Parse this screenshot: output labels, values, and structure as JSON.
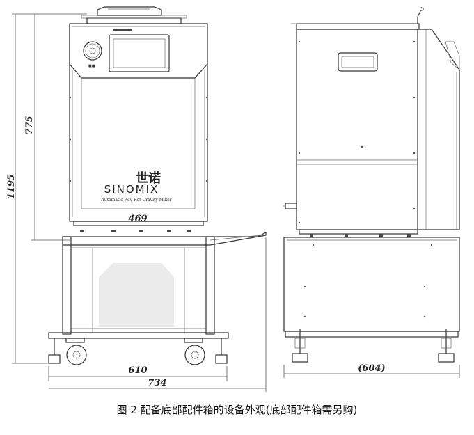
{
  "dimensions": {
    "height_total": "1195",
    "height_body": "775",
    "width_body": "469",
    "width_base": "610",
    "width_overall": "734",
    "depth_base": "(604)"
  },
  "brand": {
    "chinese_name": "世诺",
    "name": "SINOMIX",
    "product": "Automatic Rev-Rot Gravity Mixer"
  },
  "caption": "图 2 配备底部配件箱的设备外观(底部配件箱需另购)",
  "colors": {
    "line": "#333333",
    "background": "#ffffff",
    "ghost": "#ebebeb"
  }
}
